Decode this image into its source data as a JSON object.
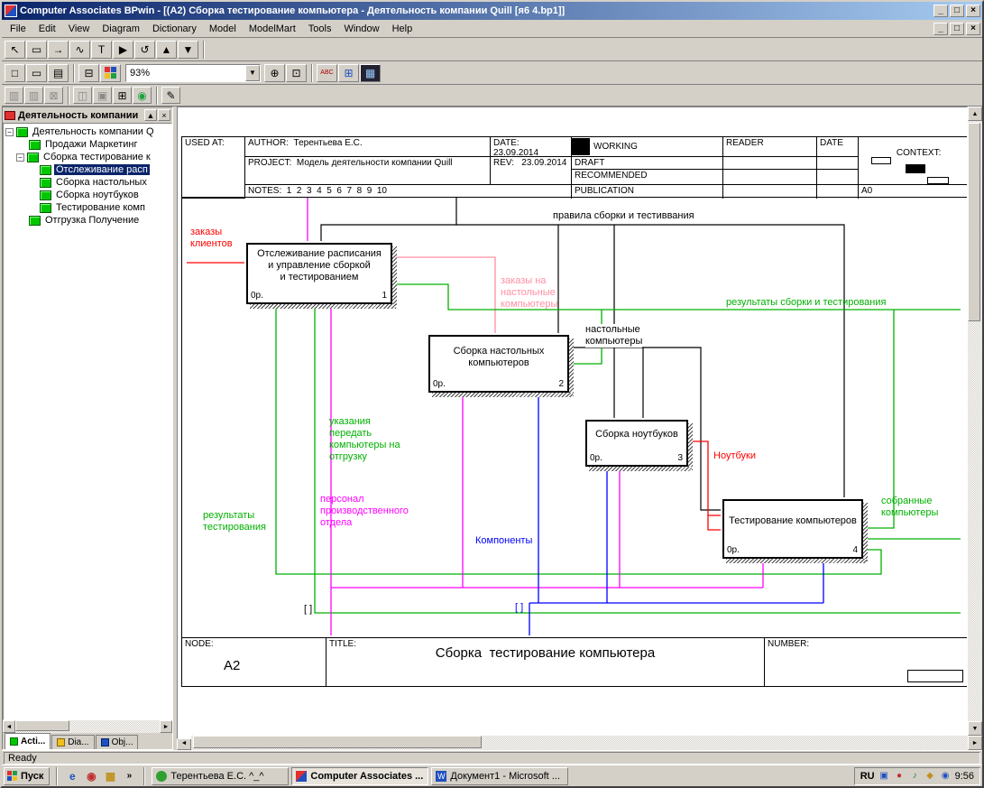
{
  "titlebar": {
    "title": "Computer Associates BPwin - [(А2) Сборка  тестирование компьютера - Деятельность компании Quill  [я6 4.bp1]]",
    "minimize": "_",
    "maximize": "□",
    "close": "×"
  },
  "menubar": {
    "items": [
      "File",
      "Edit",
      "View",
      "Diagram",
      "Dictionary",
      "Model",
      "ModelMart",
      "Tools",
      "Window",
      "Help"
    ],
    "minimize": "_",
    "restore": "□",
    "close": "×"
  },
  "toolbar1": {
    "select": "↖",
    "activity_box": "▭",
    "arrow": "→",
    "squiggle": "∿",
    "text": "T",
    "go": "▶",
    "rotate": "↺",
    "up": "▲",
    "down": "▼"
  },
  "toolbar2": {
    "new": "□",
    "open": "▭",
    "save": "▤",
    "print": "⊟",
    "zoom_value": "93%",
    "zoom_in": "⊕",
    "zoom_area": "⊡",
    "spell": "ABC",
    "tree": "⊞",
    "explorer": "▦"
  },
  "toolbar3": {
    "b1": "▥",
    "b2": "▥",
    "b3": "⊠",
    "b4": "◫",
    "b5": "▣",
    "b6": "⊞",
    "b7": "◉",
    "b8": "✎"
  },
  "tree": {
    "header": "Деятельность компании",
    "collapse": "▲",
    "close": "×",
    "expander": "−",
    "items": [
      {
        "label": "Деятельность компании Q"
      },
      {
        "label": "Продажи Маркетинг"
      },
      {
        "label": "Сборка  тестирование к"
      },
      {
        "label": "Отслеживание расп"
      },
      {
        "label": "Сборка настольных"
      },
      {
        "label": "Сборка ноутбуков"
      },
      {
        "label": "Тестирование комп"
      },
      {
        "label": "Отгрузка Получение"
      }
    ],
    "tabs": [
      "Acti...",
      "Dia...",
      "Obj..."
    ]
  },
  "kit": {
    "used_at": "USED AT:",
    "author": "AUTHOR:  Терентьева Е.С.",
    "project": "PROJECT:  Модель деятельности компании Quill",
    "notes": "NOTES:  1  2  3  4  5  6  7  8  9  10",
    "date": "DATE:  23.09.2014",
    "rev": "REV:   23.09.2014",
    "working": "WORKING",
    "draft": "DRAFT",
    "recommended": "RECOMMENDED",
    "publication": "PUBLICATION",
    "reader": "READER",
    "date2": "DATE",
    "context": "CONTEXT:",
    "context_node": "A0"
  },
  "diagram": {
    "arrow_colors": {
      "control": "#000000",
      "client_orders": "#ff0000",
      "desktop_orders": "#ff8fa3",
      "results": "#00b000",
      "staff": "#ff00ff",
      "components": "#0000ff",
      "notebooks": "#ff0000"
    },
    "boxes": [
      {
        "name": "Отслеживание расписания\nи управление сборкой\nи тестированием",
        "cost": "0р.",
        "num": "1"
      },
      {
        "name": "Сборка настольных\nкомпьютеров",
        "cost": "0р.",
        "num": "2"
      },
      {
        "name": "Сборка ноутбуков",
        "cost": "0р.",
        "num": "3"
      },
      {
        "name": "Тестирование компьютеров",
        "cost": "0р.",
        "num": "4"
      }
    ],
    "labels": [
      {
        "text": "правила сборки и тестиввания",
        "color": "#000000"
      },
      {
        "text": "заказы\nклиентов",
        "color": "#ff0000"
      },
      {
        "text": "заказы на\nнастольные\nкомпьютеры",
        "color": "#ff8fa3"
      },
      {
        "text": "настольные\nкомпьютеры",
        "color": "#000000"
      },
      {
        "text": "результаты сборки и тестирования",
        "color": "#00b000"
      },
      {
        "text": "Ноутбуки",
        "color": "#ff0000"
      },
      {
        "text": "указания\nпередать\nкомпьютеры на\nотгрузку",
        "color": "#00b000"
      },
      {
        "text": "персонал\nпроизводственного\nотдела",
        "color": "#ff00ff"
      },
      {
        "text": "результаты\nтестирования",
        "color": "#00b000"
      },
      {
        "text": "Компоненты",
        "color": "#0000ff"
      },
      {
        "text": "собранные\nкомпьютеры",
        "color": "#00b000"
      },
      {
        "text": "[ ]",
        "color": "#000000"
      },
      {
        "text": "[ ]",
        "color": "#0000ff"
      }
    ]
  },
  "nodeblock": {
    "node_label": "NODE:",
    "node": "А2",
    "title_label": "TITLE:",
    "title": "Сборка  тестирование компьютера",
    "number_label": "NUMBER:"
  },
  "statusbar": {
    "text": "Ready"
  },
  "taskbar": {
    "start": "Пуск",
    "more": "»",
    "tasks": [
      {
        "label": "Терентьева Е.С. ^_^"
      },
      {
        "label": "Computer Associates ..."
      },
      {
        "label": "Документ1 - Microsoft ..."
      }
    ],
    "lang": "RU",
    "time": "9:56"
  }
}
